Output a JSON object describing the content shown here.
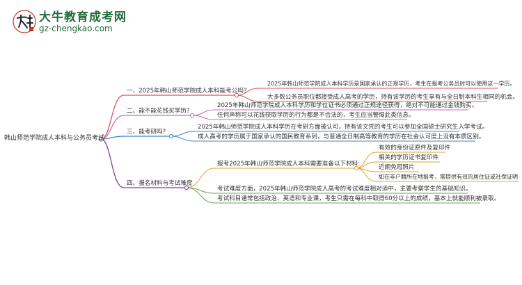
{
  "header": {
    "title": "大牛教育成考网",
    "url": "gz-chengkao.com",
    "logo_icon": "cow-calligraphy-logo-icon"
  },
  "mindmap": {
    "root": "韩山师范学院成人本科与公务员考试",
    "branches": [
      {
        "label": "一、2025年韩山师范学院成人本科能考公吗?",
        "color": "#d9534f",
        "children": [
          {
            "label": "2025年韩山师范学院成人本科学历是国家承认的正规学历，考生在报考公务员时可以使用这一学历。"
          },
          {
            "label": "大多数公务员职位都接受成人高考的学历，持有该学历的考生享有与全日制本科生相同的机会。"
          }
        ]
      },
      {
        "label": "二、能不能花钱买学历?",
        "color": "#c76bb6",
        "children": [
          {
            "label": "2025年韩山师范学院成人本科学历和学位证书必须通过正规途径获得，绝对不可能通过金钱购买。"
          },
          {
            "label": "任何声称可以花钱获取学历的行为都是不合法的，考生应当警惕此类信息。"
          }
        ]
      },
      {
        "label": "三、能考研吗?",
        "color": "#3d86c6",
        "children": [
          {
            "label": "2025年韩山师范学院成人本科学历在考研方面被认可，持有该文凭的考生可以参加全国硕士研究生入学考试。"
          },
          {
            "label": "成人高考的学历属于国家承认的国民教育系列，与普通全日制高等教育的学历在社会认可度上没有本质区别。"
          }
        ]
      },
      {
        "label": "四、报名材料与考试难度",
        "color": "#7b3f8f",
        "children": [
          {
            "label": "报考2025年韩山师范学院成人本科需要准备以下材料:",
            "color": "#e0a030",
            "children": [
              {
                "label": "有效的身份证原件及复印件"
              },
              {
                "label": "相关的学历证书复印件"
              },
              {
                "label": "近期免冠照片"
              },
              {
                "label": "如在非户籍所在地报考，需提供有效的居住证或社保证明"
              }
            ]
          },
          {
            "label": "考试难度方面，2025年韩山师范学院成人高考的考试难度相对适中，主要考察学生的基础知识。",
            "color": "#6aa84f"
          },
          {
            "label": "考试科目通常包括政治、英语和专业课，考生只需在每科中取得60分以上的成绩，基本上就能顺利被录取。",
            "color": "#6aa84f"
          }
        ]
      }
    ]
  }
}
